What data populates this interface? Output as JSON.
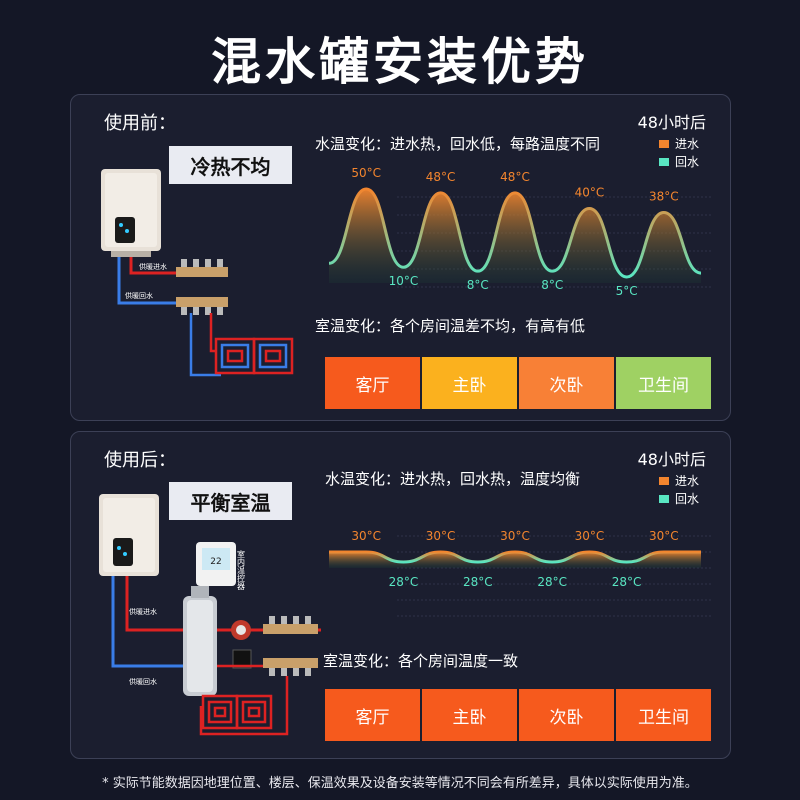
{
  "title": "混水罐安装优势",
  "legend": {
    "in": "进水",
    "out": "回水"
  },
  "before": {
    "label": "使用前：",
    "badge": "冷热不均",
    "hours": "48小时后",
    "water_text": "水温变化：进水热，回水低，每路温度不同",
    "room_text": "室温变化：各个房间温差不均，有高有低",
    "illustration_labels": [
      "供暖进水",
      "供暖回水"
    ],
    "rooms": [
      {
        "name": "客厅",
        "color": "#f65a1d"
      },
      {
        "name": "主卧",
        "color": "#fbb11e"
      },
      {
        "name": "次卧",
        "color": "#f88036"
      },
      {
        "name": "卫生间",
        "color": "#9fd163"
      }
    ]
  },
  "after": {
    "label": "使用后：",
    "badge": "平衡室温",
    "hours": "48小时后",
    "water_text": "水温变化：进水热，回水热，温度均衡",
    "room_text": "室温变化：各个房间温度一致",
    "illustration_labels": [
      "供暖进水",
      "供暖回水",
      "室内温控器"
    ],
    "thermostat_display": "22",
    "rooms": [
      {
        "name": "客厅",
        "color": "#f65a1d"
      },
      {
        "name": "主卧",
        "color": "#f65a1d"
      },
      {
        "name": "次卧",
        "color": "#f65a1d"
      },
      {
        "name": "卫生间",
        "color": "#f65a1d"
      }
    ]
  },
  "chart_data": [
    {
      "type": "line",
      "peaks": [
        "50°C",
        "48°C",
        "48°C",
        "40°C",
        "38°C"
      ],
      "troughs": [
        "10°C",
        "8°C",
        "8°C",
        "5°C"
      ],
      "peak_values": [
        50,
        48,
        48,
        40,
        38
      ],
      "trough_values": [
        10,
        8,
        8,
        5
      ]
    },
    {
      "type": "line",
      "peaks": [
        "30°C",
        "30°C",
        "30°C",
        "30°C",
        "30°C"
      ],
      "troughs": [
        "28°C",
        "28°C",
        "28°C",
        "28°C"
      ],
      "peak_values": [
        30,
        30,
        30,
        30,
        30
      ],
      "trough_values": [
        28,
        28,
        28,
        28
      ]
    }
  ],
  "footnote": "* 实际节能数据因地理位置、楼层、保温效果及设备安装等情况不同会有所差异，具体以实际使用为准。"
}
